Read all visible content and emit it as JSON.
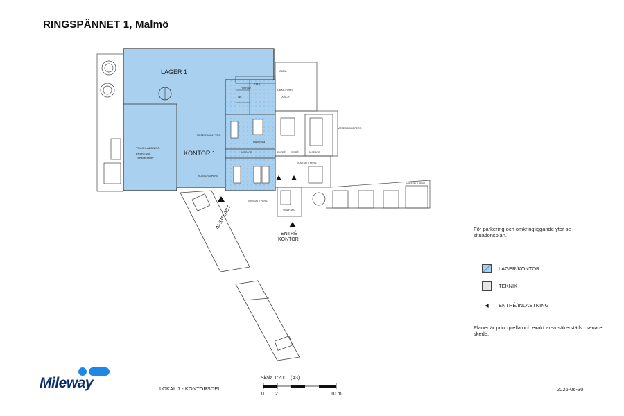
{
  "title": "RINGSPÄNNET 1, Malmö",
  "plan": {
    "rooms": {
      "lager": "LAGER 1",
      "kontor": "KONTOR 1",
      "truck": "TRUCKLADDNING",
      "entresol": "ENTRESOL",
      "teknik": "TEKNIK 89 m²",
      "stad": "STÄD",
      "wc": "WC",
      "forrad": "FÖRRÅD",
      "omkl": "OMKL.",
      "dusch": "DUSCH",
      "omkl_forr": "OMKL./FÖRR.",
      "motesrum1": "MÖTESRUM 6 PERS.",
      "motesrum2": "MÖTESRUM 8 PERS.",
      "pausrum": "PAUSRUM",
      "passage1": "PASSAGE",
      "passage2": "PASSAGE",
      "entre1": "ENTRÉ",
      "entre2": "ENTRÉ",
      "kontor3": "KONTOR 3 PERS.",
      "kontor4": "KONTOR 4 PERS.",
      "kontor4b": "KONTOR 4 PERS.",
      "kontor3b": "KONTOR 3 PERS.",
      "vindfang": "VINDFÅNG"
    },
    "entry_labels": {
      "in_utlast": "IN-/UTLAST",
      "entre_kontor_1": "ENTRÉ",
      "entre_kontor_2": "KONTOR"
    }
  },
  "note": "För parkering och omkringliggande ytor se situationsplan.",
  "legend": [
    {
      "label": "LAGER/KONTOR",
      "symbol": "hatched-swatch",
      "color": "#a9d0ee"
    },
    {
      "label": "TEKNIK",
      "symbol": "swatch",
      "color": "#e6e6e6"
    },
    {
      "label": "ENTRÉ/INLASTNING",
      "symbol": "arrow"
    }
  ],
  "disclaimer": "Planer är principiella och exakt area säkerställs i senare skede.",
  "brand": "Mileway",
  "footer": {
    "lokal": "LOKAL 1 - KONTORSDEL",
    "scale_label": "Skala 1:200",
    "scale_format": "(A3)",
    "scale_ticks": [
      "0",
      "2",
      "10 m"
    ],
    "date": "2026-06-30"
  },
  "colors": {
    "blue_fill": "#a9d0ee",
    "plan_line": "#333333",
    "brand_blue": "#1e88e5",
    "brand_text": "#0b2e6b"
  }
}
